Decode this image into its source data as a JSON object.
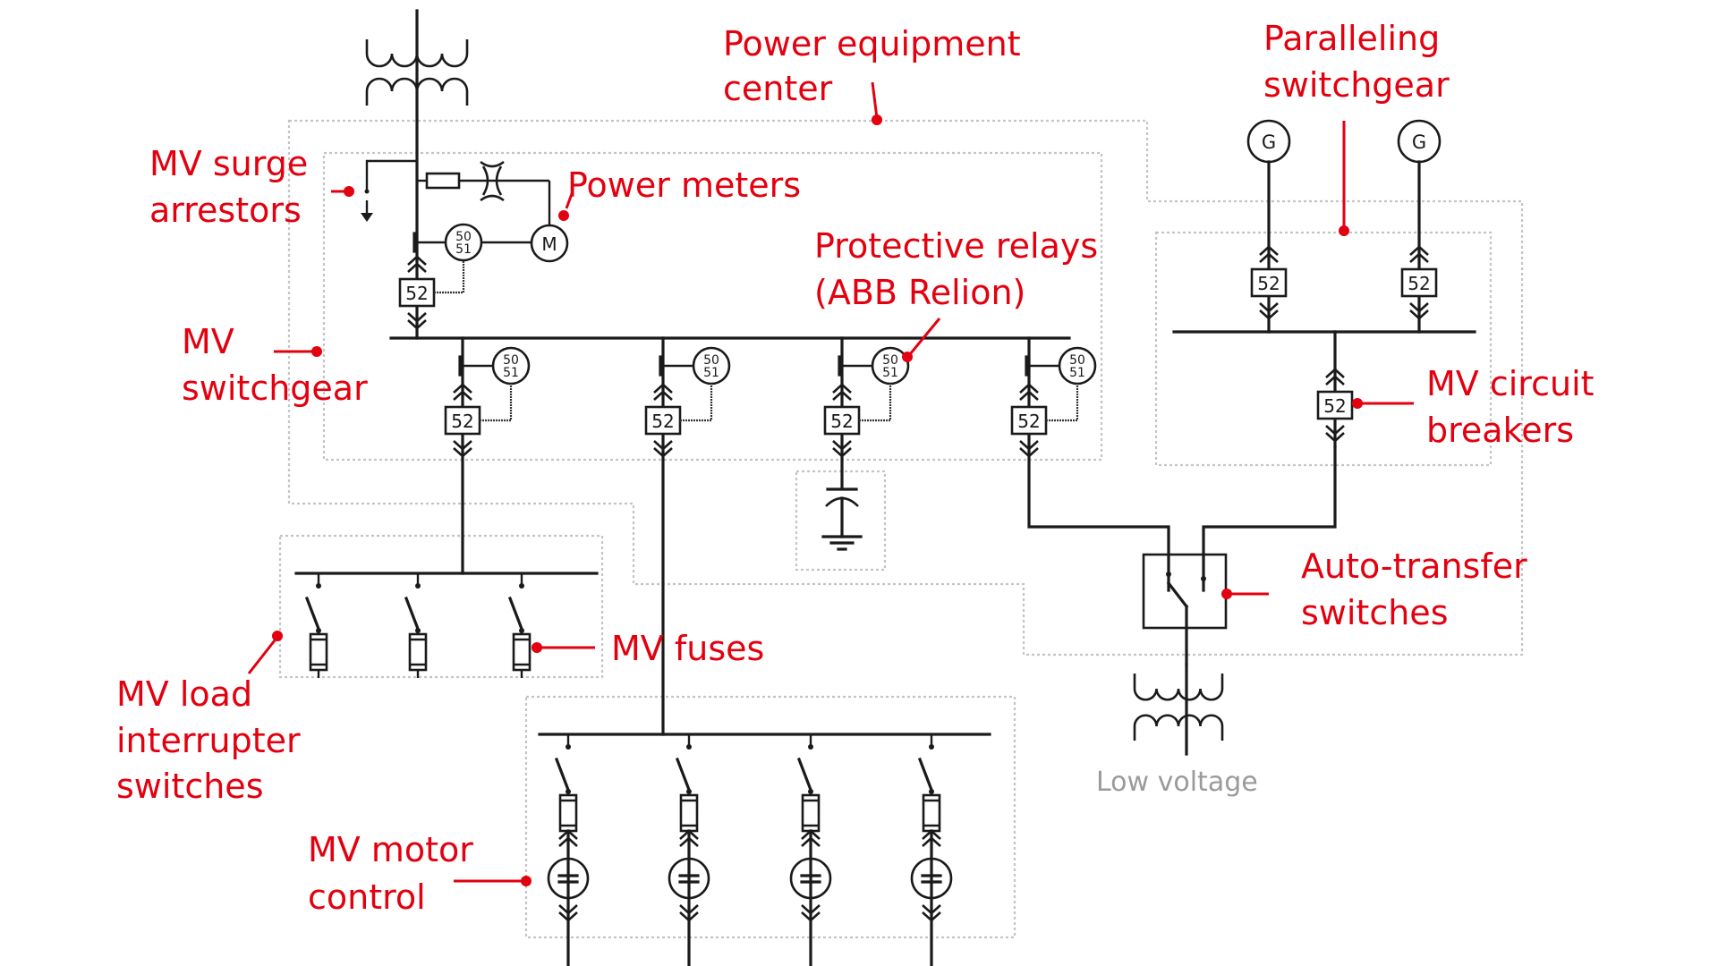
{
  "colors": {
    "accent_red": "#e3000f",
    "wire": "#1a1a1a",
    "boundary": "#c4c4c4",
    "muted_text": "#9a9a9a"
  },
  "labels": {
    "power_equipment_center": [
      "Power equipment",
      "center"
    ],
    "paralleling_switchgear": [
      "Paralleling",
      "switchgear"
    ],
    "mv_surge_arrestors": [
      "MV surge",
      "arrestors"
    ],
    "power_meters": [
      "Power meters"
    ],
    "protective_relays": [
      "Protective relays",
      "(ABB Relion)"
    ],
    "mv_switchgear": [
      "MV",
      "switchgear"
    ],
    "mv_circuit_breakers": [
      "MV circuit",
      "breakers"
    ],
    "auto_transfer_switches": [
      "Auto-transfer",
      "switches"
    ],
    "mv_fuses": [
      "MV fuses"
    ],
    "mv_load_interrupter_switches": [
      "MV load",
      "interrupter",
      "switches"
    ],
    "mv_motor_control": [
      "MV motor",
      "control"
    ],
    "low_voltage": "Low voltage"
  },
  "symbols": {
    "breaker_code": "52",
    "relay_code_top": "50",
    "relay_code_bottom": "51",
    "meter_letter": "M",
    "generator_letter": "G"
  },
  "counts": {
    "mv_switchgear_feeders": 4,
    "generators": 2,
    "load_interrupter_switches": 3,
    "motor_starters": 4
  }
}
